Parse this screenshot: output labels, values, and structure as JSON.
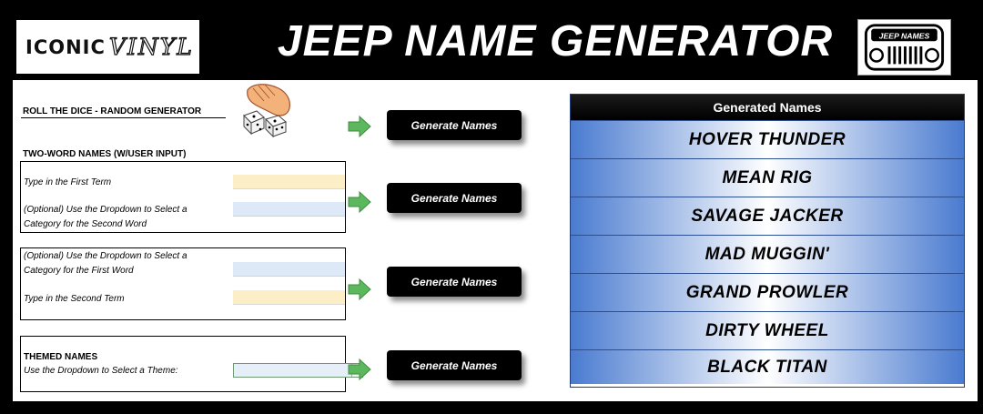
{
  "header": {
    "logo_left_word1": "ICONIC",
    "logo_left_word2": "VINYL",
    "title": "JEEP NAME GENERATOR",
    "logo_right_text": "JEEP NAMES"
  },
  "sections": {
    "dice": {
      "heading": "ROLL THE DICE - RANDOM GENERATOR",
      "button_label": "Generate Names"
    },
    "two_word": {
      "heading": "TWO-WORD NAMES (W/USER INPUT)",
      "box1": {
        "first_label": "Type in the First Term",
        "first_value": "",
        "second_label_line1": "(Optional) Use the Dropdown to Select a",
        "second_label_line2": "Category for the Second Word",
        "second_value": "",
        "button_label": "Generate Names"
      },
      "box2": {
        "first_label_line1": "(Optional) Use the Dropdown to Select a",
        "first_label_line2": "Category for the First Word",
        "first_value": "",
        "second_label": "Type in the Second Term",
        "second_value": "",
        "button_label": "Generate Names"
      }
    },
    "themed": {
      "heading": "THEMED NAMES",
      "label": "Use the Dropdown to Select a Theme:",
      "value": "",
      "button_label": "Generate Names"
    }
  },
  "generated": {
    "header": "Generated Names",
    "names": [
      "HOVER THUNDER",
      "MEAN RIG",
      "SAVAGE JACKER",
      "MAD MUGGIN'",
      "GRAND PROWLER",
      "DIRTY WHEEL",
      "BLACK TITAN"
    ]
  },
  "colors": {
    "background": "#000000",
    "input_yellow": "#fcefc8",
    "input_blue": "#dde9f7",
    "arrow_green": "#5cb85c",
    "row_blue": "#4a7bd0"
  }
}
